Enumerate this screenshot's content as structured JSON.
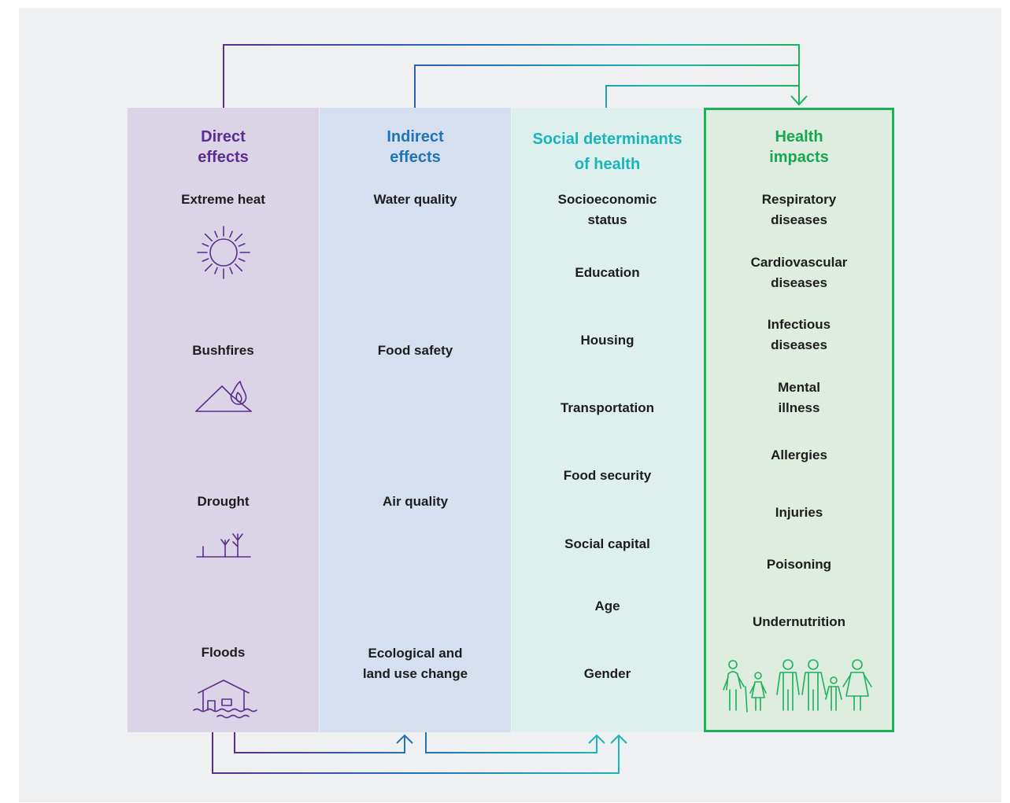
{
  "columns": {
    "direct": {
      "title": [
        "Direct",
        "effects"
      ],
      "items": [
        "Extreme heat",
        "Bushfires",
        "Drought",
        "Floods"
      ],
      "icons": [
        "sun-icon",
        "bushfire-icon",
        "drought-icon",
        "flood-house-icon"
      ]
    },
    "indirect": {
      "title": [
        "Indirect",
        "effects"
      ],
      "items": [
        "Water quality",
        "Food safety",
        "Air quality",
        [
          "Ecological and",
          "land use change"
        ]
      ]
    },
    "social": {
      "title": [
        "Social determinants",
        "of health"
      ],
      "items": [
        [
          "Socioeconomic",
          "status"
        ],
        "Education",
        "Housing",
        "Transportation",
        "Food security",
        "Social capital",
        "Age",
        "Gender"
      ]
    },
    "health": {
      "title": [
        "Health",
        "impacts"
      ],
      "items": [
        [
          "Respiratory",
          "diseases"
        ],
        [
          "Cardiovascular",
          "diseases"
        ],
        [
          "Infectious",
          "diseases"
        ],
        [
          "Mental",
          "illness"
        ],
        "Allergies",
        "Injuries",
        "Poisoning",
        "Undernutrition"
      ],
      "icons": [
        "family-people-icon"
      ]
    }
  },
  "colors": {
    "direct": "#5a2d91",
    "indirect": "#1f73b7",
    "social": "#1ab4bb",
    "health": "#15a84d",
    "background": "#eff0f2"
  }
}
